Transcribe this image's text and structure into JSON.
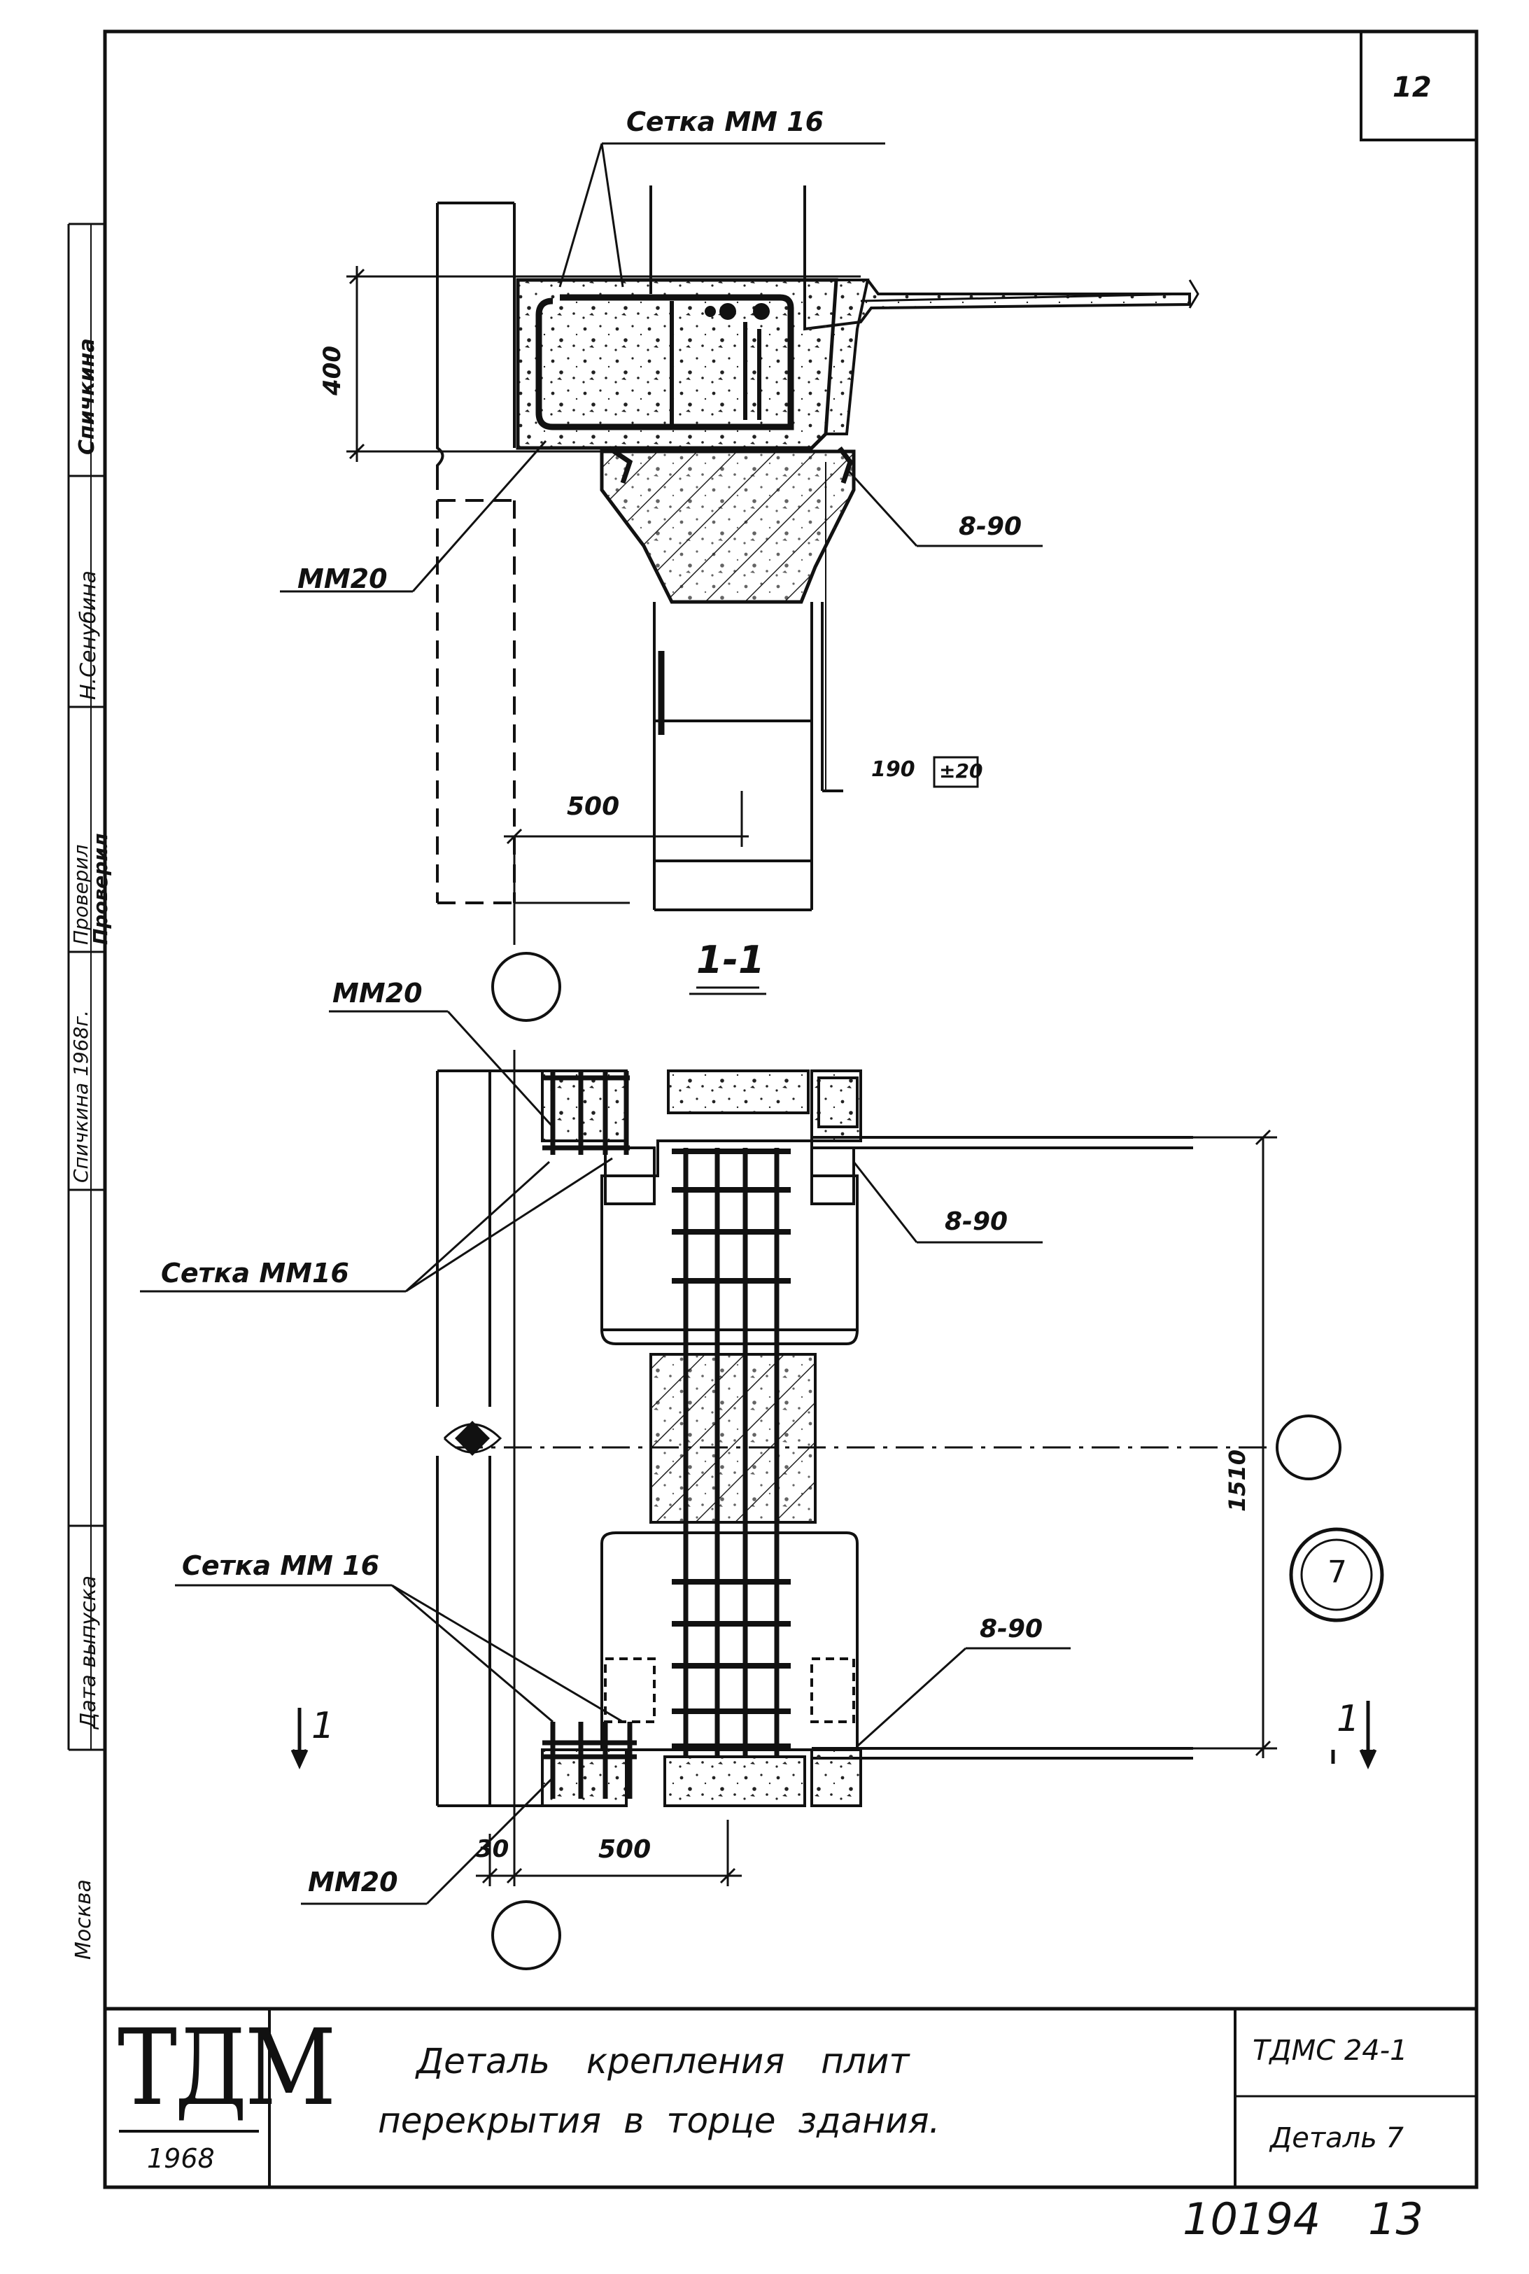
{
  "sheet_number": "12",
  "section_1_1": {
    "mesh_top_label": "Сетка ММ 16",
    "mm20_label": "ММ20",
    "bolt_label": "8-90",
    "dim_height": "400",
    "dim_width": "500",
    "dim_190": "190",
    "dim_tolerance": "±20",
    "section_title": "1-1"
  },
  "plan_view": {
    "mm20_top": "ММ20",
    "mesh_upper": "Сетка ММ16",
    "bolt_upper": "8-90",
    "mesh_lower": "Сетка ММ 16",
    "bolt_lower": "8-90",
    "mm20_bottom": "ММ20",
    "dim_30": "30",
    "dim_500": "500",
    "dim_1510": "1510",
    "cut_left": "1",
    "cut_right": "1",
    "detail_number": "7"
  },
  "side_stamp": {
    "developer": "Спичкина",
    "developer_sign": "Н.Сенубина",
    "checked_1": "Проверил",
    "checked_2": "Проверил",
    "year_field": "Спичкина 1968г.",
    "release_date": "Дата выпуска",
    "city": "Москва"
  },
  "title_block": {
    "logo": "ТДМ",
    "year": "1968",
    "title_line1": "Деталь крепления плит",
    "title_line2": "перекрытия в торце здания.",
    "series": "ТДМС 24-1",
    "detail": "Деталь 7"
  },
  "footer": {
    "archive_number": "10194",
    "page_number": "13"
  }
}
